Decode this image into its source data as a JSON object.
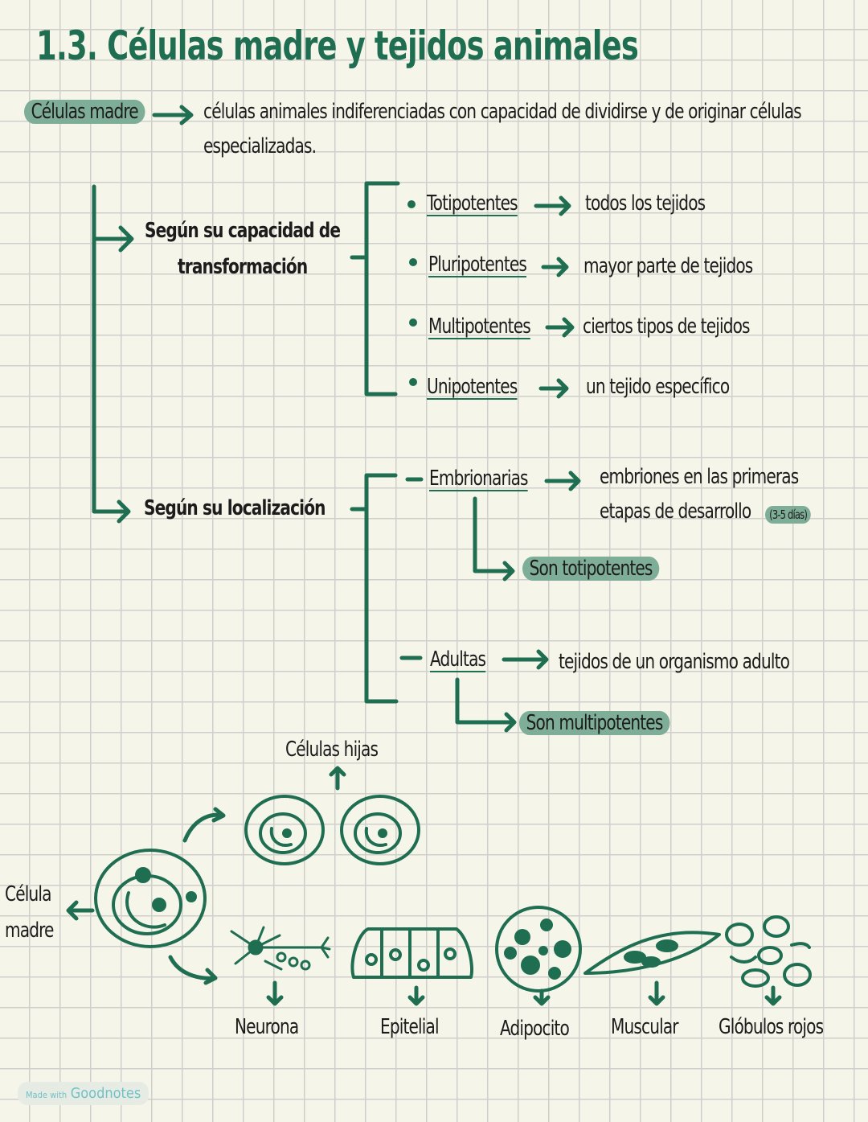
{
  "title": "1.3. Células madre y tejidos animales",
  "definition": {
    "term": "Células madre",
    "text_line1": "células animales indiferenciadas con capacidad de dividirse y de originar células",
    "text_line2": "especializadas."
  },
  "branch1": {
    "label_line1": "Según su capacidad de",
    "label_line2": "transformación",
    "items": [
      {
        "name": "Totipotentes",
        "result": "todos los tejidos"
      },
      {
        "name": "Pluripotentes",
        "result": "mayor parte de tejidos"
      },
      {
        "name": "Multipotentes",
        "result": "ciertos tipos de tejidos"
      },
      {
        "name": "Unipotentes",
        "result": "un tejido específico"
      }
    ]
  },
  "branch2": {
    "label": "Según su localización",
    "embrionarias": {
      "name": "Embrionarias",
      "line1": "embriones en las primeras",
      "line2": "etapas de desarrollo",
      "badge": "(3-5 días)",
      "note": "Son totipotentes"
    },
    "adultas": {
      "name": "Adultas",
      "text": "tejidos de un organismo adulto",
      "note": "Son multipotentes"
    }
  },
  "diagram": {
    "daughter": "Células hijas",
    "mother_line1": "Célula",
    "mother_line2": "madre",
    "cells": [
      "Neurona",
      "Epitelial",
      "Adipocito",
      "Muscular",
      "Glóbulos rojos"
    ]
  },
  "watermark": {
    "small": "Made with",
    "brand": "Goodnotes"
  },
  "colors": {
    "accent": "#1f6e52",
    "highlight": "#7fae98",
    "paper": "#f6f5ea"
  }
}
